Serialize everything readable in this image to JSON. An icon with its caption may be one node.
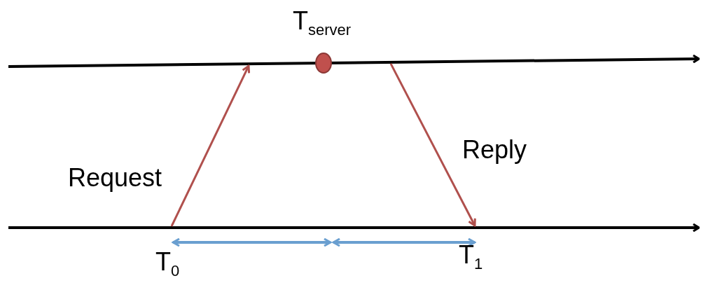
{
  "diagram": {
    "nodes": [
      {
        "text": [],
        "shape": "bar"
      },
      {
        "text": [],
        "shape": "circle",
        "beside": [
          "T$_{server}$"
        ]
      },
      {
        "text": [],
        "shape": "bar"
      }
    ],
    "edges": [
      {
        "from": 2,
        "to": 0,
        "arrow": "to",
        "label": "Request"
      },
      {
        "from": 0,
        "to": 2,
        "arrow": "to",
        "label": "Reply"
      }
    ],
    "labels": [
      "T$_{0}$",
      "T$_{1}$"
    ]
  }
}
